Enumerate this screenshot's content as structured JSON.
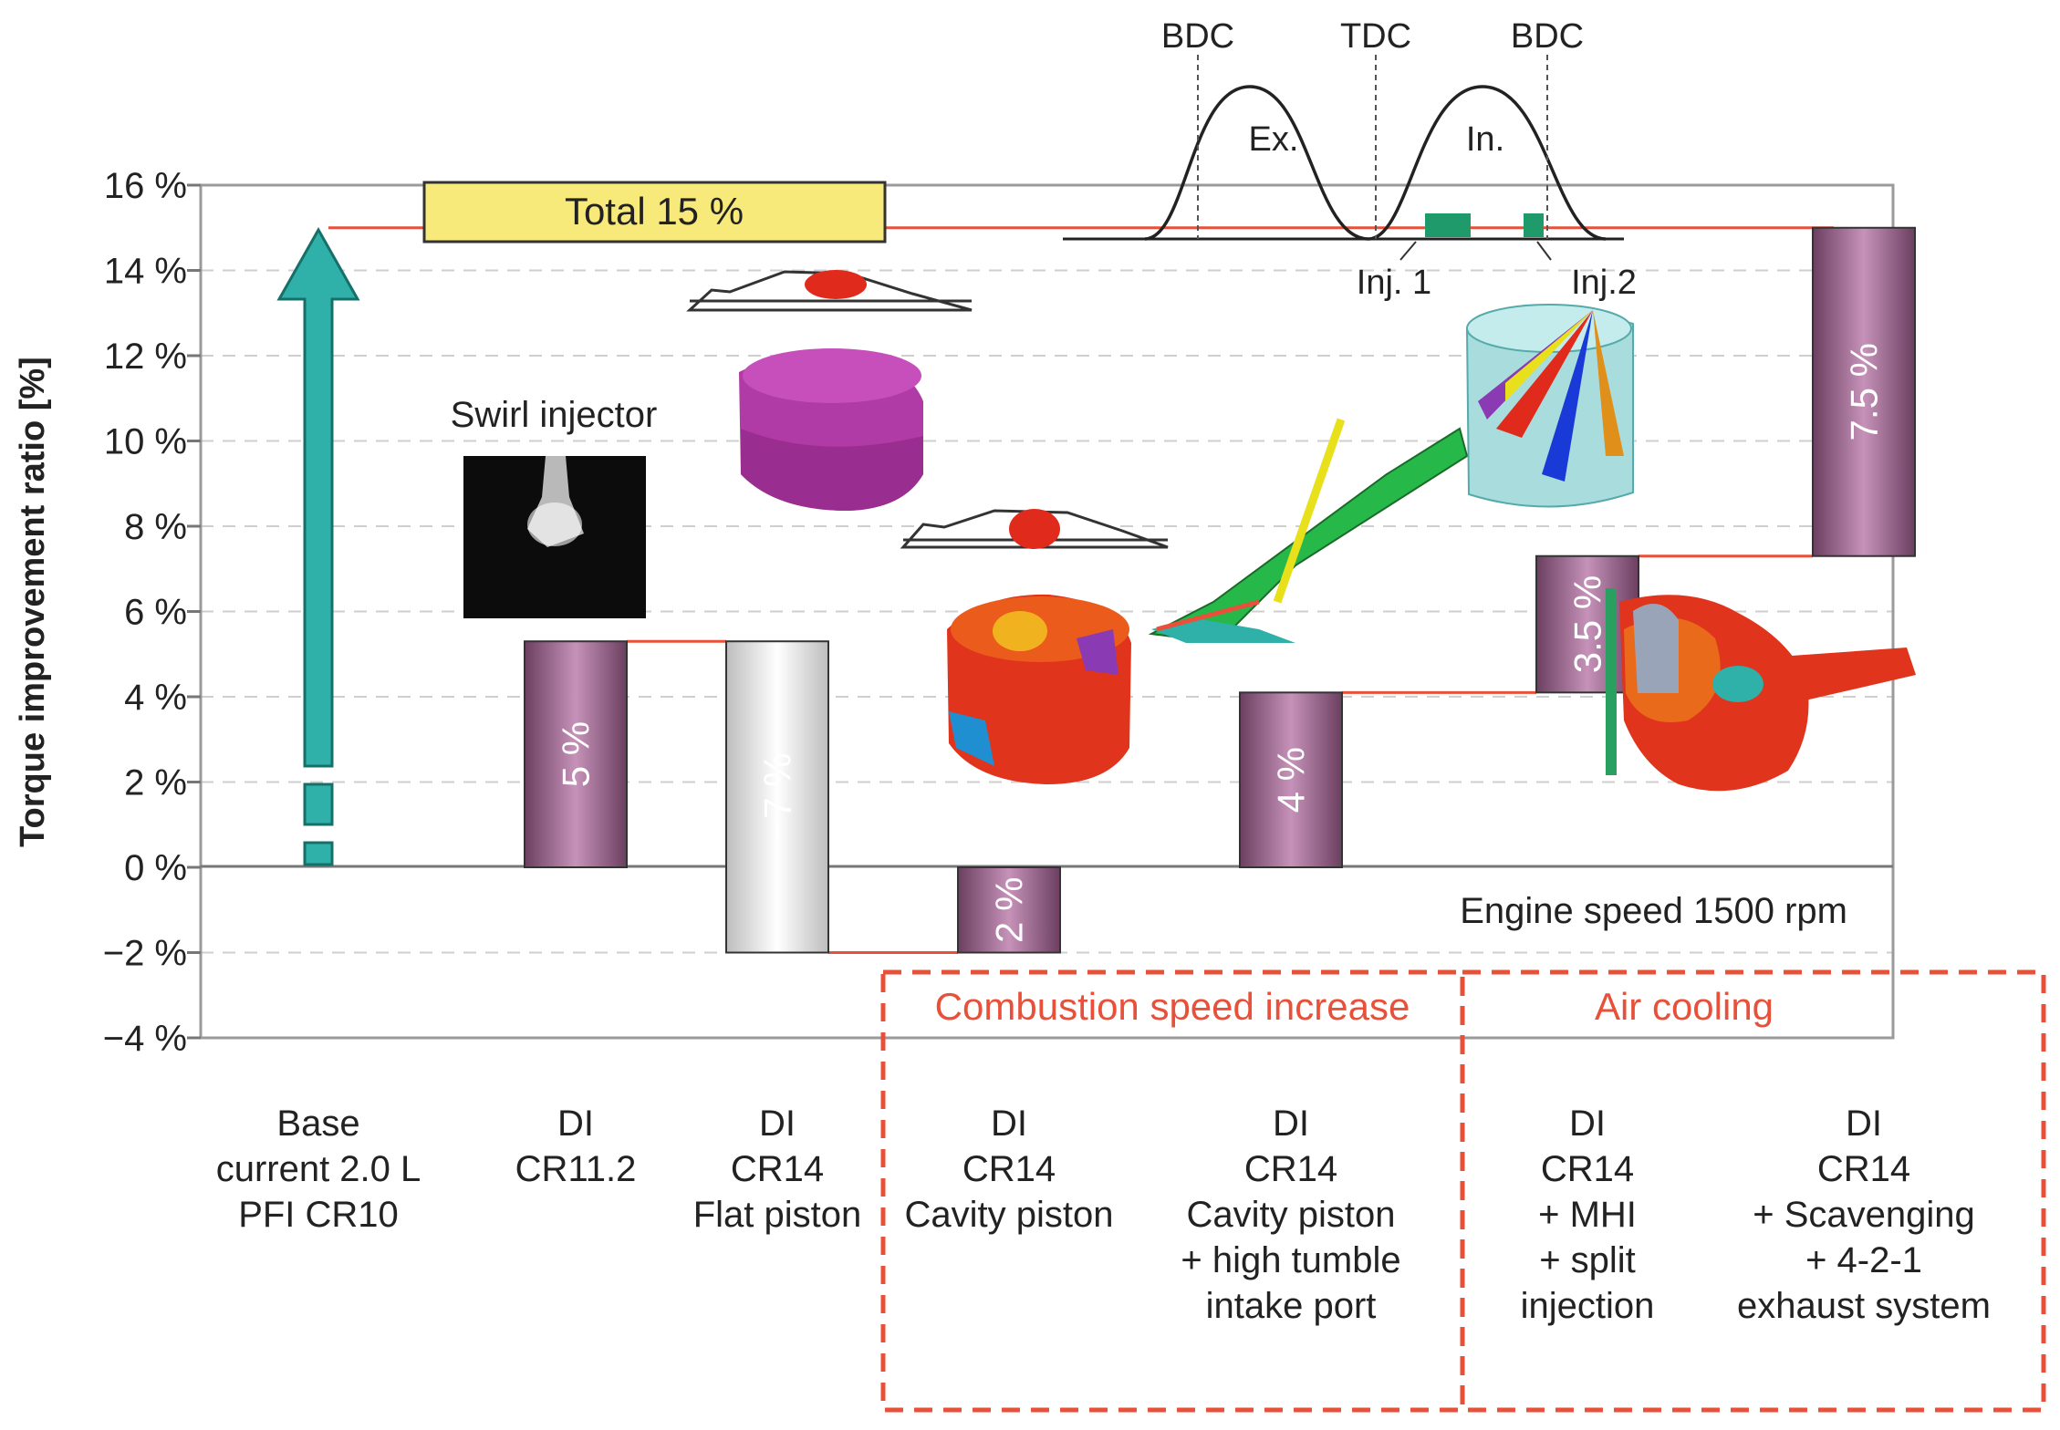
{
  "colors": {
    "bar_positive": "#a06b92",
    "bar_negative": "#dcdcdc",
    "arrow": "#2fb0a8",
    "total_box": "#f7e97a",
    "step_line": "#e8503a",
    "group_box": "#e8503a",
    "grid": "#cfcfcf",
    "injection": "#1f9a6a"
  },
  "chart_data": {
    "type": "bar",
    "ylabel": "Torque improvement ratio [%]",
    "ylim": [
      -4,
      16
    ],
    "yticks": [
      "16 %",
      "14 %",
      "12 %",
      "10 %",
      "8 %",
      "6 %",
      "4 %",
      "2 %",
      "0 %",
      "−2 %",
      "−4 %"
    ],
    "grid": true,
    "categories": [
      [
        "Base",
        "current 2.0 L",
        "PFI CR10"
      ],
      [
        "DI",
        "CR11.2"
      ],
      [
        "DI",
        "CR14",
        "Flat piston"
      ],
      [
        "DI",
        "CR14",
        "Cavity piston"
      ],
      [
        "DI",
        "CR14",
        "Cavity piston",
        "+ high tumble",
        "intake port"
      ],
      [
        "DI",
        "CR14",
        "+ MHI",
        "+ split",
        "injection"
      ],
      [
        "DI",
        "CR14",
        "+ Scavenging",
        "+ 4-2-1",
        "exhaust system"
      ]
    ],
    "bars": [
      {
        "start": 0,
        "end": 5.3,
        "label": "5 %"
      },
      {
        "start": 5.3,
        "end": -2,
        "label": "−7 %"
      },
      {
        "start": -2,
        "end": 0,
        "label": "2 %"
      },
      {
        "start": 0,
        "end": 4.1,
        "label": "4 %"
      },
      {
        "start": 4.1,
        "end": 7.3,
        "label": "3.5 %"
      },
      {
        "start": 7.3,
        "end": 15,
        "label": "7.5 %"
      }
    ],
    "total": {
      "value": 15,
      "label": "Total 15 %"
    },
    "annotations": {
      "swirl_injector": "Swirl injector",
      "engine_speed": "Engine speed 1500 rpm",
      "valve_lift": {
        "markers": [
          "BDC",
          "TDC",
          "BDC"
        ],
        "curves": [
          "Ex.",
          "In."
        ],
        "injections": [
          "Inj. 1",
          "Inj.2"
        ]
      }
    },
    "groups": [
      "Combustion speed increase",
      "Air cooling"
    ]
  }
}
